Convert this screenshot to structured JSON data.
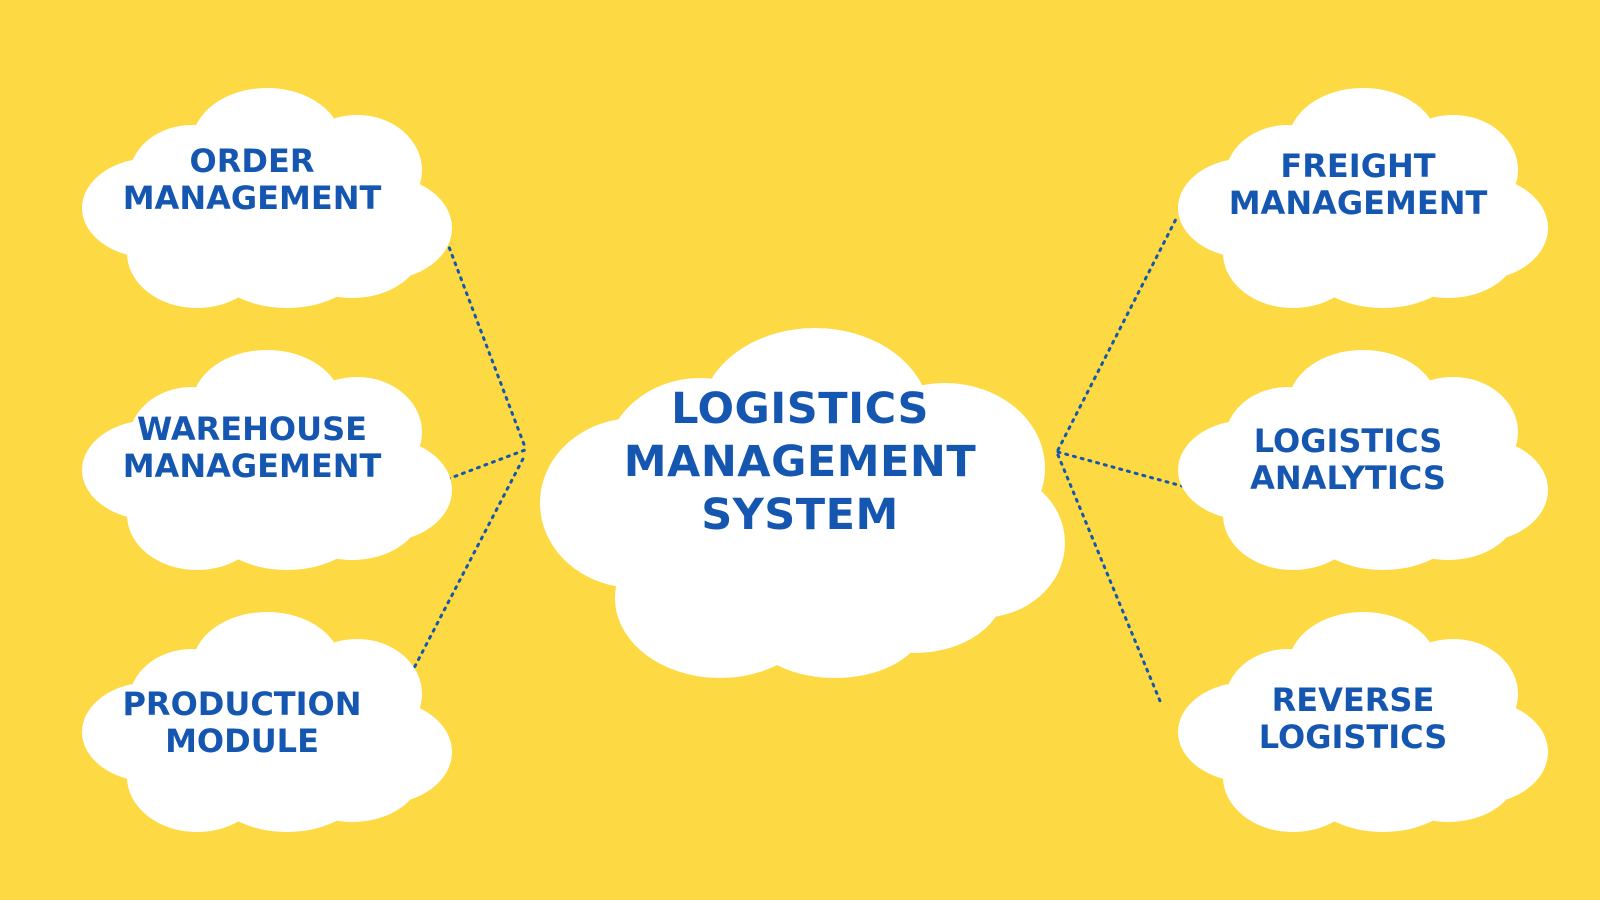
{
  "colors": {
    "background": "#FDDA44",
    "cloud": "#FFFFFF",
    "text": "#1456B0",
    "connector": "#1456B0"
  },
  "center": {
    "lines": [
      "LOGISTICS",
      "MANAGEMENT",
      "SYSTEM"
    ]
  },
  "modules": [
    {
      "id": "order-management",
      "lines": [
        "ORDER",
        "MANAGEMENT"
      ]
    },
    {
      "id": "warehouse-management",
      "lines": [
        "WAREHOUSE",
        "MANAGEMENT"
      ]
    },
    {
      "id": "production-module",
      "lines": [
        "PRODUCTION",
        "MODULE"
      ]
    },
    {
      "id": "freight-management",
      "lines": [
        "FREIGHT",
        "MANAGEMENT"
      ]
    },
    {
      "id": "logistics-analytics",
      "lines": [
        "LOGISTICS",
        "ANALYTICS"
      ]
    },
    {
      "id": "reverse-logistics",
      "lines": [
        "REVERSE",
        "LOGISTICS"
      ]
    }
  ]
}
